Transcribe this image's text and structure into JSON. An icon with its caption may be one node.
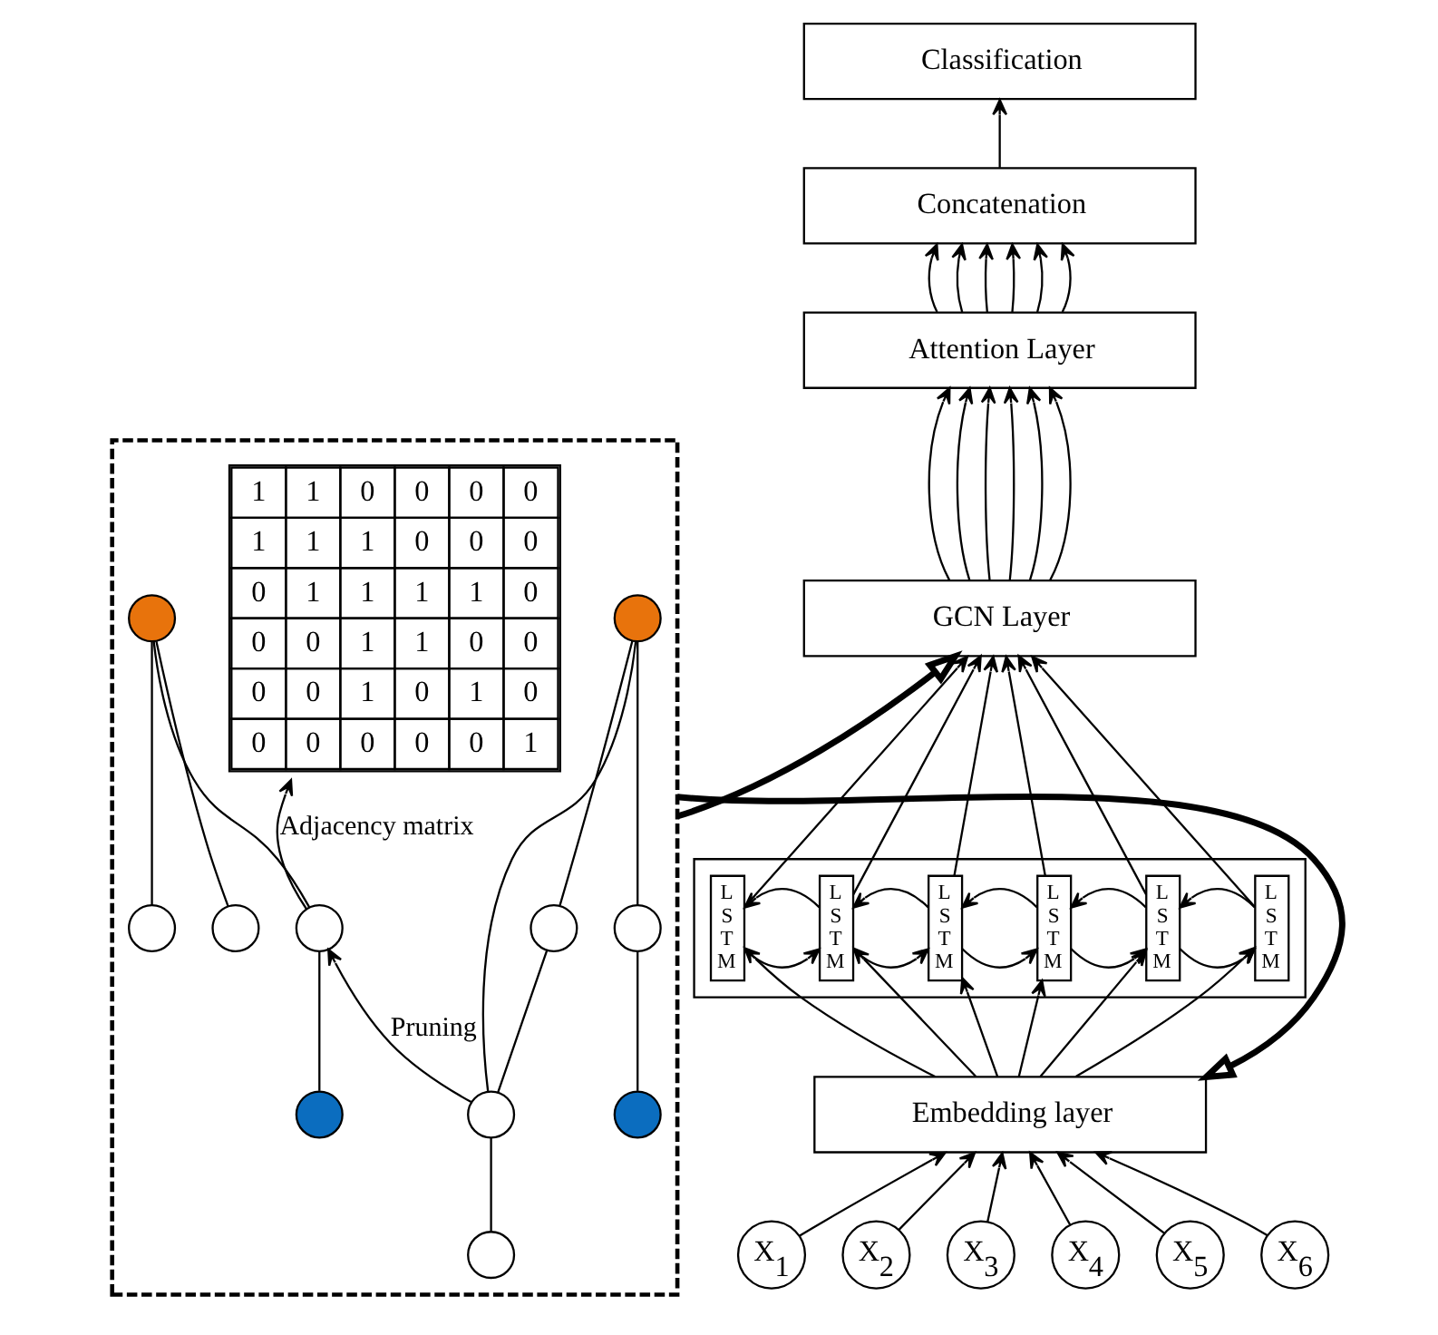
{
  "diagram": {
    "nodes": [
      {
        "text": [
          "Classification"
        ]
      },
      {
        "text": [
          "Concatenation"
        ]
      },
      {
        "text": [
          "Attention Layer"
        ]
      },
      {
        "text": [
          "GCN Layer"
        ]
      },
      {
        "text": [],
        "shape": "box"
      },
      {
        "text": [
          "L S T M"
        ],
        "in": 4
      },
      {
        "text": [
          "L S T M"
        ],
        "in": 4
      },
      {
        "text": [
          "L S T M"
        ],
        "in": 4
      },
      {
        "text": [
          "L S T M"
        ],
        "in": 4
      },
      {
        "text": [
          "L S T M"
        ],
        "in": 4
      },
      {
        "text": [
          "L S T M"
        ],
        "in": 4
      },
      {
        "text": [
          "Embedding layer"
        ]
      },
      {
        "text": [
          "X$_{1}$"
        ]
      },
      {
        "text": [
          "X$_{2}$"
        ]
      },
      {
        "text": [
          "X$_{3}$"
        ]
      },
      {
        "text": [
          "X$_{4}$"
        ]
      },
      {
        "text": [
          "X$_{5}$"
        ]
      },
      {
        "text": [
          "X$_{6}$"
        ]
      },
      {
        "text": [],
        "shape": "box"
      },
      {
        "text": [
          "1",
          "1",
          "0",
          "0",
          "0",
          "0",
          "1",
          "1",
          "1",
          "0",
          "0",
          "0",
          "0",
          "1",
          "1",
          "1",
          "1",
          "0",
          "0",
          "0",
          "1",
          "1",
          "0",
          "0",
          "0",
          "0",
          "1",
          "0",
          "1",
          "0",
          "0",
          "0",
          "0",
          "0",
          "0",
          "1"
        ],
        "in": 18
      },
      {
        "text": [],
        "shape": "circle",
        "in": 18
      },
      {
        "text": [],
        "shape": "circle",
        "in": 18
      },
      {
        "text": [],
        "shape": "circle",
        "in": 18
      },
      {
        "text": [],
        "shape": "circle",
        "in": 18
      },
      {
        "text": [],
        "shape": "circle",
        "in": 18
      },
      {
        "text": [],
        "shape": "circle",
        "in": 18
      },
      {
        "text": [],
        "shape": "circle",
        "in": 18
      },
      {
        "text": [],
        "shape": "circle",
        "in": 18
      },
      {
        "text": [],
        "shape": "circle",
        "in": 18
      },
      {
        "text": [],
        "shape": "circle",
        "in": 18
      },
      {
        "text": [],
        "shape": "circle",
        "in": 18
      }
    ],
    "edges": [
      {
        "from": 1,
        "to": 0,
        "arrow": "to"
      },
      {
        "from": 2,
        "to": 1,
        "arrow": "to"
      },
      {
        "from": 2,
        "to": 1,
        "arrow": "to"
      },
      {
        "from": 2,
        "to": 1,
        "arrow": "to"
      },
      {
        "from": 2,
        "to": 1,
        "arrow": "to"
      },
      {
        "from": 2,
        "to": 1,
        "arrow": "to"
      },
      {
        "from": 2,
        "to": 1,
        "arrow": "to"
      },
      {
        "from": 3,
        "to": 2,
        "arrow": "to"
      },
      {
        "from": 3,
        "to": 2,
        "arrow": "to"
      },
      {
        "from": 3,
        "to": 2,
        "arrow": "to"
      },
      {
        "from": 3,
        "to": 2,
        "arrow": "to"
      },
      {
        "from": 3,
        "to": 2,
        "arrow": "to"
      },
      {
        "from": 3,
        "to": 2,
        "arrow": "to"
      },
      {
        "from": 5,
        "to": 3,
        "arrow": "to"
      },
      {
        "from": 6,
        "to": 3,
        "arrow": "to"
      },
      {
        "from": 7,
        "to": 3,
        "arrow": "to"
      },
      {
        "from": 8,
        "to": 3,
        "arrow": "to"
      },
      {
        "from": 9,
        "to": 3,
        "arrow": "to"
      },
      {
        "from": 10,
        "to": 3,
        "arrow": "to"
      },
      {
        "from": 6,
        "to": 5,
        "arrow": "to"
      },
      {
        "from": 7,
        "to": 6,
        "arrow": "to"
      },
      {
        "from": 8,
        "to": 7,
        "arrow": "to"
      },
      {
        "from": 9,
        "to": 8,
        "arrow": "to"
      },
      {
        "from": 10,
        "to": 9,
        "arrow": "to"
      },
      {
        "from": 5,
        "to": 6,
        "arrow": "to"
      },
      {
        "from": 6,
        "to": 7,
        "arrow": "to"
      },
      {
        "from": 7,
        "to": 8,
        "arrow": "to"
      },
      {
        "from": 8,
        "to": 9,
        "arrow": "to"
      },
      {
        "from": 9,
        "to": 10,
        "arrow": "to"
      },
      {
        "from": 11,
        "to": 5,
        "arrow": "to"
      },
      {
        "from": 11,
        "to": 6,
        "arrow": "to"
      },
      {
        "from": 11,
        "to": 7,
        "arrow": "to"
      },
      {
        "from": 11,
        "to": 8,
        "arrow": "to"
      },
      {
        "from": 11,
        "to": 9,
        "arrow": "to"
      },
      {
        "from": 11,
        "to": 10,
        "arrow": "to"
      },
      {
        "from": 12,
        "to": 11,
        "arrow": "to"
      },
      {
        "from": 13,
        "to": 11,
        "arrow": "to"
      },
      {
        "from": 14,
        "to": 11,
        "arrow": "to"
      },
      {
        "from": 15,
        "to": 11,
        "arrow": "to"
      },
      {
        "from": 16,
        "to": 11,
        "arrow": "to"
      },
      {
        "from": 17,
        "to": 11,
        "arrow": "to"
      },
      {
        "from": 21,
        "to": 20,
        "arrow": "none"
      },
      {
        "from": 23,
        "to": 20,
        "arrow": "none"
      },
      {
        "from": 22,
        "to": 20,
        "arrow": "none"
      },
      {
        "from": 23,
        "to": 22,
        "arrow": "none"
      },
      {
        "from": 24,
        "to": 23,
        "arrow": "none"
      },
      {
        "from": 25,
        "to": 21,
        "arrow": "none"
      },
      {
        "from": 27,
        "to": 26,
        "arrow": "none"
      },
      {
        "from": 28,
        "to": 26,
        "arrow": "none"
      },
      {
        "from": 29,
        "to": 26,
        "arrow": "none"
      },
      {
        "from": 30,
        "to": 27,
        "arrow": "none"
      },
      {
        "from": 23,
        "to": 27,
        "arrow": "to",
        "label": "Pruning"
      },
      {
        "from": 27,
        "to": 19,
        "arrow": "to",
        "label": "Adjacency matrix"
      },
      {
        "from": 18,
        "to": 3,
        "arrow": "to",
        "style": "thick"
      },
      {
        "from": 18,
        "to": 11,
        "arrow": "to",
        "style": "thick"
      }
    ]
  }
}
